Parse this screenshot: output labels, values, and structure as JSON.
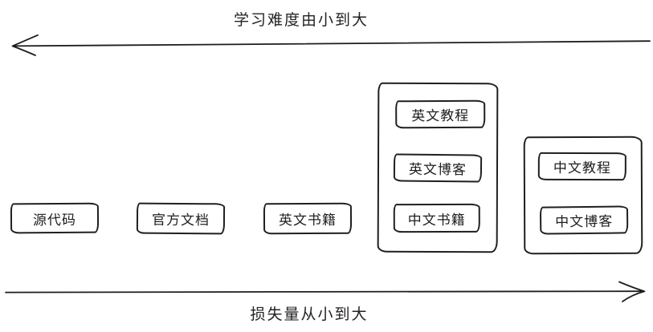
{
  "axes": {
    "difficulty": {
      "label": "学习难度由小到大",
      "direction": "left"
    },
    "loss": {
      "label": "损失量从小到大",
      "direction": "right"
    }
  },
  "nodes": [
    {
      "label": "源代码"
    },
    {
      "label": "官方文档"
    },
    {
      "label": "英文书籍"
    }
  ],
  "groups": [
    {
      "items": [
        {
          "label": "英文教程"
        },
        {
          "label": "英文博客"
        },
        {
          "label": "中文书籍"
        }
      ]
    },
    {
      "items": [
        {
          "label": "中文教程"
        },
        {
          "label": "中文博客"
        }
      ]
    }
  ],
  "colors": {
    "ink": "#1e1e1e",
    "background": "#ffffff"
  }
}
